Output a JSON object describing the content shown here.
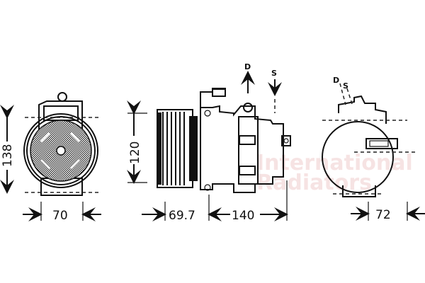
{
  "front_view": {
    "height_dim": "138",
    "width_dim": "70"
  },
  "side_view": {
    "height_dim": "120",
    "pulley_dim": "69.7",
    "length_dim": "140",
    "discharge_label": "D",
    "suction_label": "S"
  },
  "rear_view": {
    "width_dim": "72",
    "discharge_label": "D",
    "suction_label": "S"
  },
  "watermark": {
    "line1": "International",
    "line2": "Radiators",
    "color": "#e8b0b0"
  },
  "colors": {
    "line": "#111111",
    "background": "#ffffff"
  }
}
